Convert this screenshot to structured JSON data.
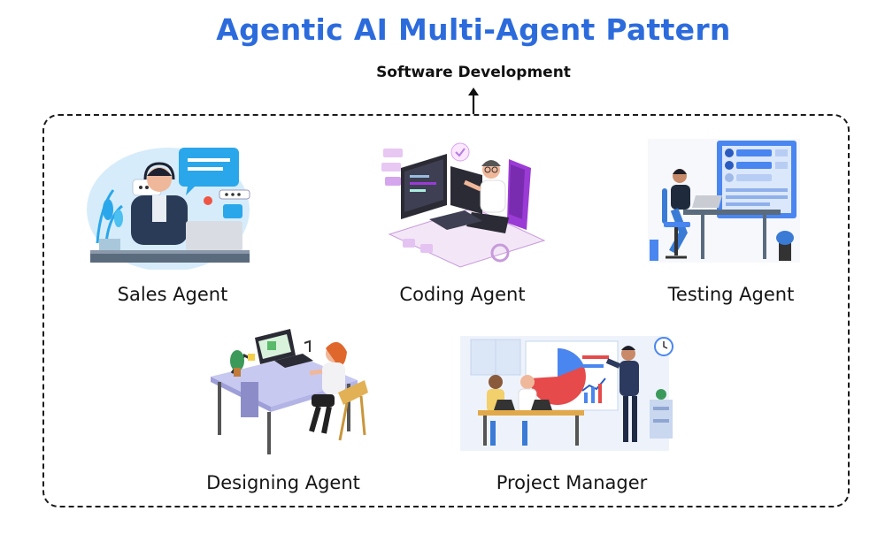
{
  "header": {
    "title": "Agentic AI Multi-Agent Pattern",
    "subtitle": "Software Development"
  },
  "agents": [
    {
      "label": "Sales Agent",
      "icon": "customer-support-illustration"
    },
    {
      "label": "Coding Agent",
      "icon": "developer-workstation-illustration"
    },
    {
      "label": "Testing Agent",
      "icon": "tester-dashboard-illustration"
    },
    {
      "label": "Designing Agent",
      "icon": "designer-desk-illustration"
    },
    {
      "label": "Project Manager",
      "icon": "team-presentation-illustration"
    }
  ],
  "colors": {
    "title": "#2c6bdc",
    "accent_blue": "#4a86f0",
    "accent_purple": "#9b3bd6",
    "frame": "#1a1a1a"
  }
}
